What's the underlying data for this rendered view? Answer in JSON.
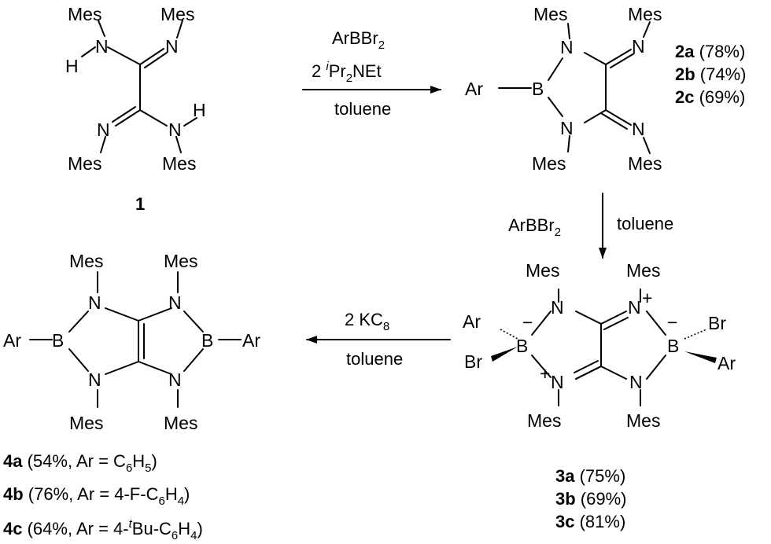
{
  "atoms": {
    "mes": "Mes",
    "n": "N",
    "h": "H",
    "b": "B",
    "ar": "Ar",
    "br": "Br",
    "plus": "+",
    "minus": "−"
  },
  "compound1": {
    "label": "1"
  },
  "arrow1": {
    "reagent_main": "ArBBr",
    "reagent_sub": "2",
    "base_coef": "2 ",
    "base_sup": "i",
    "base_pr": "Pr",
    "base_sub": "2",
    "base_rest": "NEt",
    "solvent": "toluene"
  },
  "arrow2": {
    "reagent_main": "ArBBr",
    "reagent_sub": "2",
    "solvent": "toluene"
  },
  "arrow3": {
    "reagent_main": "2 KC",
    "reagent_sub": "8",
    "solvent": "toluene"
  },
  "yields2": [
    {
      "id": "2a",
      "yield": " (78%)"
    },
    {
      "id": "2b",
      "yield": " (74%)"
    },
    {
      "id": "2c",
      "yield": " (69%)"
    }
  ],
  "yields3": [
    {
      "id": "3a",
      "yield": " (75%)"
    },
    {
      "id": "3b",
      "yield": " (69%)"
    },
    {
      "id": "3c",
      "yield": " (81%)"
    }
  ],
  "yields4": [
    {
      "id": "4a",
      "pre": " (54%, Ar = C",
      "s1": "6",
      "mid": "H",
      "s2": "5",
      "post": ")"
    },
    {
      "id": "4b",
      "pre": " (76%, Ar = 4-F-C",
      "s1": "6",
      "mid": "H",
      "s2": "4",
      "post": ")"
    },
    {
      "id": "4c",
      "pre": " (64%, Ar = 4-",
      "sup": "t",
      "pre2": "Bu-C",
      "s1": "6",
      "mid": "H",
      "s2": "4",
      "post": ")"
    }
  ]
}
